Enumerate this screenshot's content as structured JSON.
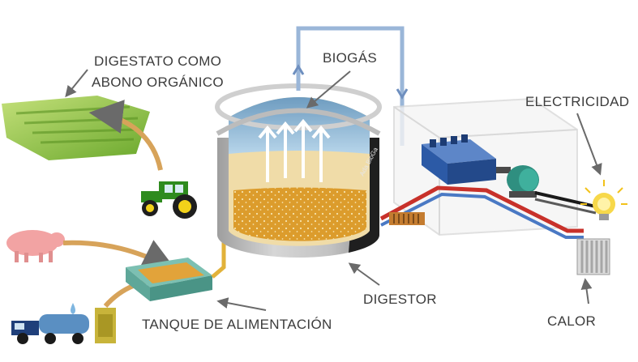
{
  "labels": {
    "digestate_line1": "DIGESTATO COMO",
    "digestate_line2": "ABONO ORGÁNICO",
    "biogas": "BIOGÁS",
    "electricity": "ELECTRICIDAD",
    "feed_tank": "TANQUE DE ALIMENTACIÓN",
    "digester": "DIGESTOR",
    "heat": "CALOR",
    "digester_side_text": "Ada BioGa"
  },
  "colors": {
    "field_green": "#8fc43c",
    "tractor_green": "#2e8b1e",
    "tractor_yellow": "#f2d21a",
    "pig_pink": "#f2a3a3",
    "digester_wall": "#bdbdbd",
    "gas_blue": "#9ec6e0",
    "liquid_tan": "#ecd7a0",
    "sludge_orange": "#e0a12f",
    "pipe_blue": "#4a79c4",
    "pipe_red": "#c8312a",
    "feed_pipe": "#e2b23a",
    "engine_blue": "#2c5aa6",
    "generator_teal": "#2f8f80",
    "arrow_gray": "#6a6a6a",
    "text_gray": "#3c3c3c"
  },
  "icons": [
    "grass-field-icon",
    "tractor-icon",
    "pig-icon",
    "truck-icon",
    "container-icon",
    "feed-tank-icon",
    "digester-icon",
    "engine-icon",
    "generator-icon",
    "lightbulb-icon",
    "radiator-icon",
    "heat-exchanger-icon"
  ]
}
